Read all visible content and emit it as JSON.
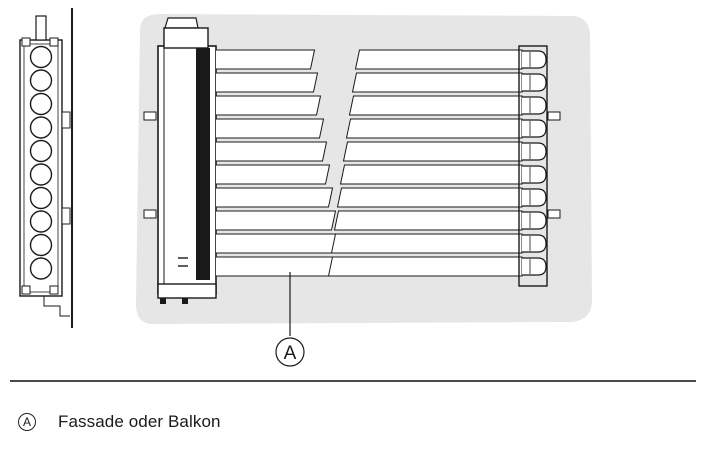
{
  "figure": {
    "callout_label": "A"
  },
  "legend": {
    "items": [
      {
        "marker": "A",
        "text": "Fassade oder Balkon"
      }
    ]
  },
  "colors": {
    "wall_fill": "#e6e6e6",
    "line": "#1a1a1a",
    "collector_body": "#ffffff"
  }
}
